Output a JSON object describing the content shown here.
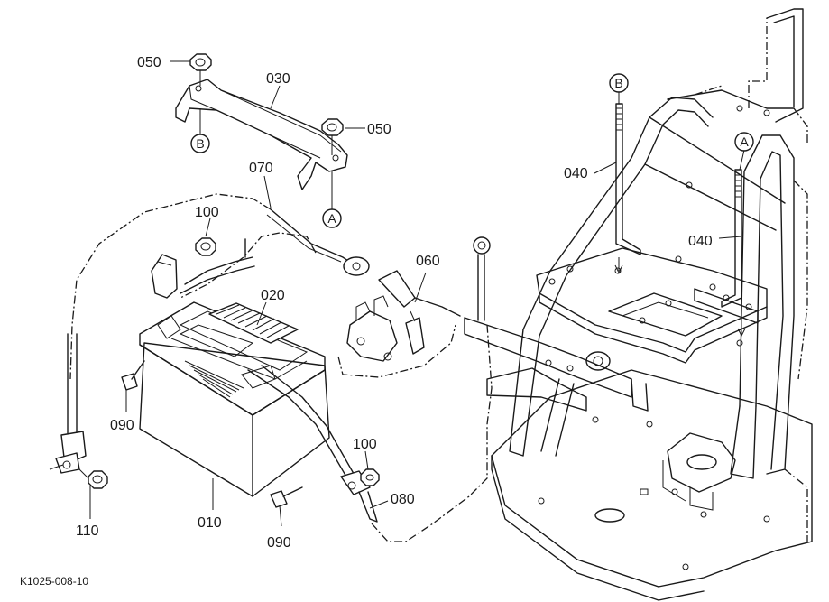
{
  "figure": {
    "doc_id": "K1025-008-10"
  },
  "callouts": {
    "c010": "010",
    "c020": "020",
    "c030": "030",
    "c040_left": "040",
    "c040_right": "040",
    "c050_top": "050",
    "c050_right": "050",
    "c060": "060",
    "c070": "070",
    "c080": "080",
    "c090_left": "090",
    "c090_bottom": "090",
    "c100_top": "100",
    "c100_right": "100",
    "c110": "110"
  },
  "refs": {
    "a_bracket": "A",
    "b_bracket": "B",
    "a_frame": "A",
    "b_frame": "B"
  }
}
